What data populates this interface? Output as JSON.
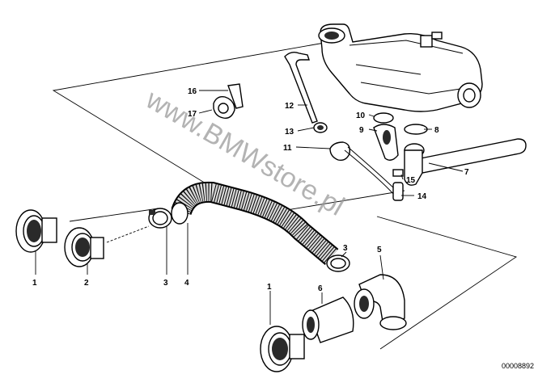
{
  "diagram": {
    "part_labels": {
      "p1a": "1",
      "p2": "2",
      "p3a": "3",
      "p4": "4",
      "p1b": "1",
      "p3b": "3",
      "p5": "5",
      "p6": "6",
      "p7": "7",
      "p8": "8",
      "p9": "9",
      "p10": "10",
      "p11": "11",
      "p12": "12",
      "p13": "13",
      "p14": "14",
      "p15": "15",
      "p16": "16",
      "p17": "17"
    },
    "watermark": "www.BMWstore.pl",
    "reference_number": "00008892"
  }
}
